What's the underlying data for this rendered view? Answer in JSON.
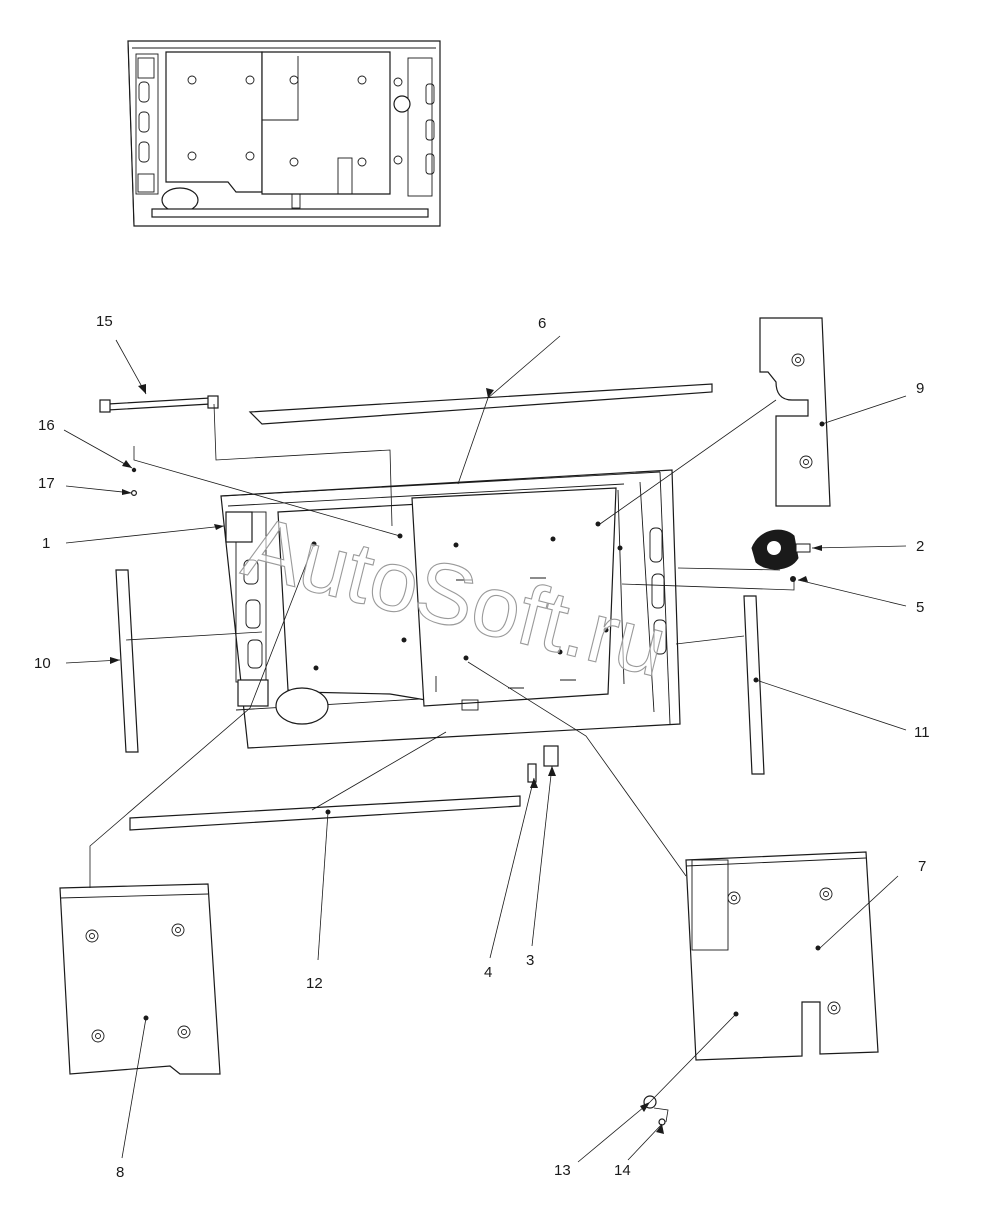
{
  "watermark": "AutoSoft.ru",
  "callouts": {
    "c1": "1",
    "c2": "2",
    "c3": "3",
    "c4": "4",
    "c5": "5",
    "c6": "6",
    "c7": "7",
    "c8": "8",
    "c9": "9",
    "c10": "10",
    "c11": "11",
    "c12": "12",
    "c13": "13",
    "c14": "14",
    "c15": "15",
    "c16": "16",
    "c17": "17"
  }
}
